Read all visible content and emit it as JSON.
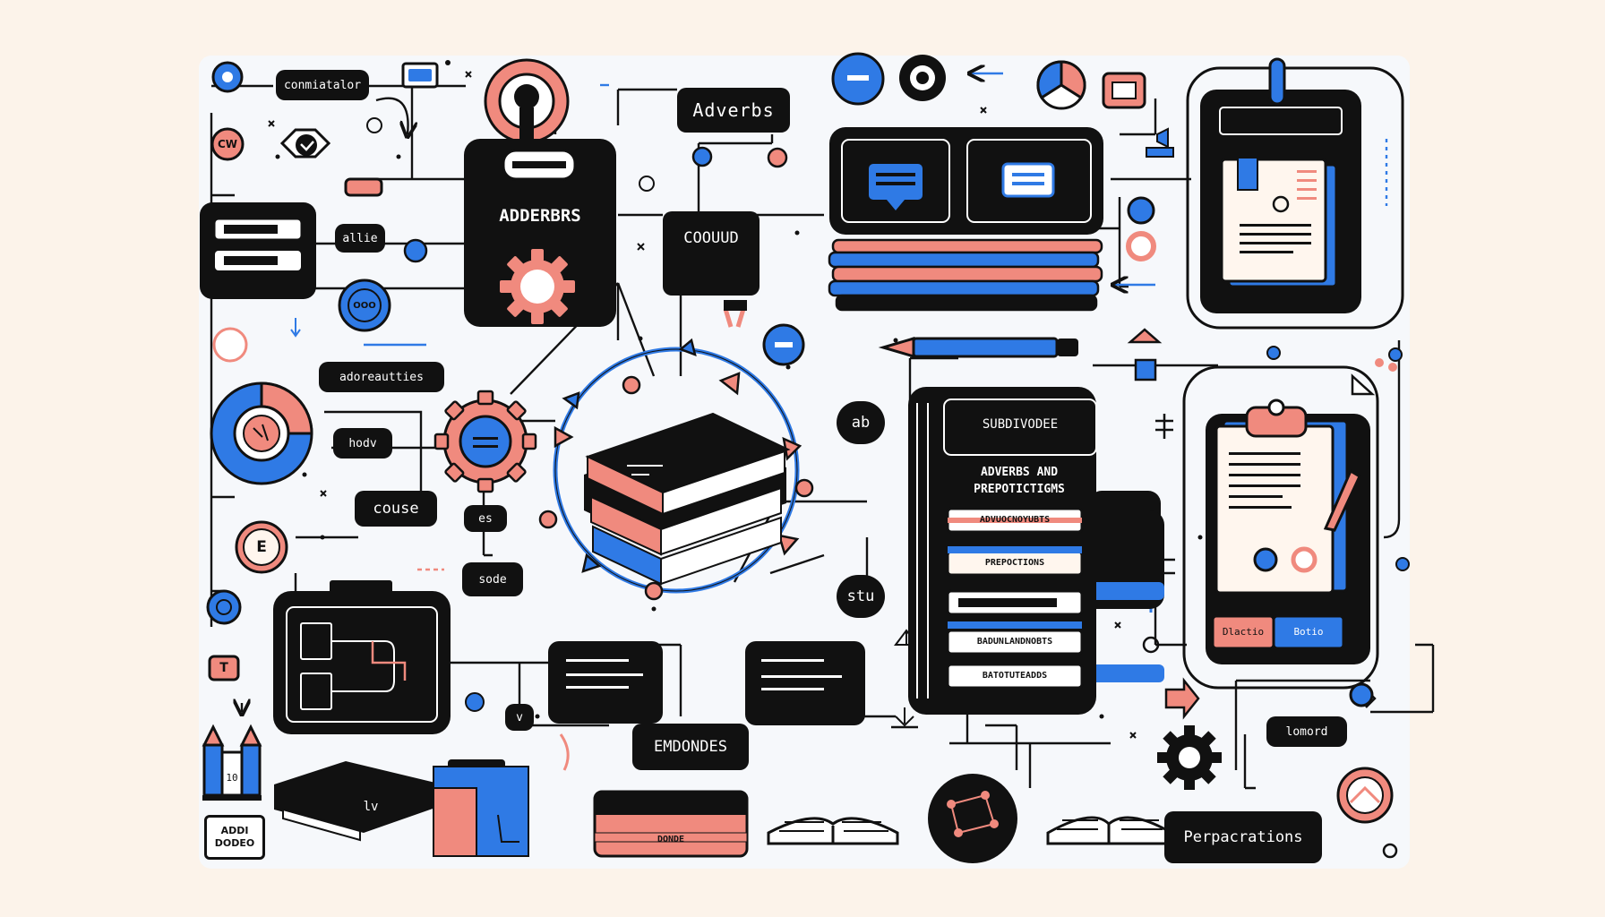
{
  "colors": {
    "ink": "#111111",
    "blue": "#2f7ae5",
    "coral": "#f08a7e",
    "paper": "#fff6ee"
  },
  "labels": {
    "adverbs_top": "Adverbs",
    "top_left": "conmiatalor",
    "alle": "allie",
    "adderbrs": "ADDERBRS",
    "could": "COOUUD",
    "adoreautties": "adoreautties",
    "hodv": "hodv",
    "couse": "couse",
    "es": "es",
    "sode": "sode",
    "ab": "ab",
    "stu": "stu",
    "v": "v",
    "lv": "lv",
    "embondes": "EMDONDES",
    "lomord": "lomord",
    "perpacrations": "Perpacrations",
    "book_title": "SUBDIVODEE",
    "book_subtitle": "ADVERBS AND PREPOTICTIGMS",
    "tab1": "ADVUOCNOYUBTS",
    "tab2": "PREPOCTIONS",
    "tab3": "BADUNLANDNOBTS",
    "tab4": "BATOTUTEADDS",
    "circle_e": "E",
    "circle_t": "T",
    "circle_oo": "OOO",
    "clip_chip_left": "Dlactio",
    "clip_chip_right": "Botio",
    "pencil_num": "10",
    "small_box_line1": "ADDI",
    "small_box_line2": "DODEO",
    "coral_stack": "DONDE",
    "badge_v": "V",
    "badge_cw": "CW"
  }
}
